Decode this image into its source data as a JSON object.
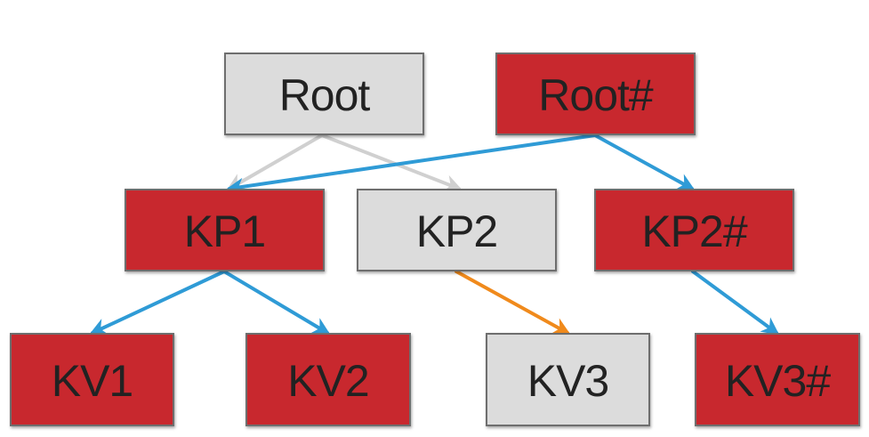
{
  "nodes": {
    "root": {
      "label": "Root",
      "state": "gray"
    },
    "rooth": {
      "label": "Root#",
      "state": "red"
    },
    "kp1": {
      "label": "KP1",
      "state": "red"
    },
    "kp2": {
      "label": "KP2",
      "state": "gray"
    },
    "kp2h": {
      "label": "KP2#",
      "state": "red"
    },
    "kv1": {
      "label": "KV1",
      "state": "red"
    },
    "kv2": {
      "label": "KV2",
      "state": "red"
    },
    "kv3": {
      "label": "KV3",
      "state": "gray"
    },
    "kv3h": {
      "label": "KV3#",
      "state": "red"
    }
  },
  "edges": [
    {
      "from": "root",
      "to": "kp1",
      "color": "#d0d0d0"
    },
    {
      "from": "root",
      "to": "kp2",
      "color": "#d0d0d0"
    },
    {
      "from": "rooth",
      "to": "kp1",
      "color": "#2f9bd6"
    },
    {
      "from": "rooth",
      "to": "kp2h",
      "color": "#2f9bd6"
    },
    {
      "from": "kp1",
      "to": "kv1",
      "color": "#2f9bd6"
    },
    {
      "from": "kp1",
      "to": "kv2",
      "color": "#2f9bd6"
    },
    {
      "from": "kp2",
      "to": "kv3",
      "color": "#f08a1c"
    },
    {
      "from": "kp2h",
      "to": "kv3h",
      "color": "#2f9bd6"
    }
  ],
  "colors": {
    "red_node": "#c8282e",
    "gray_node": "#dcdcdc",
    "blue_arrow": "#2f9bd6",
    "gray_arrow": "#d0d0d0",
    "orange_arrow": "#f08a1c"
  }
}
